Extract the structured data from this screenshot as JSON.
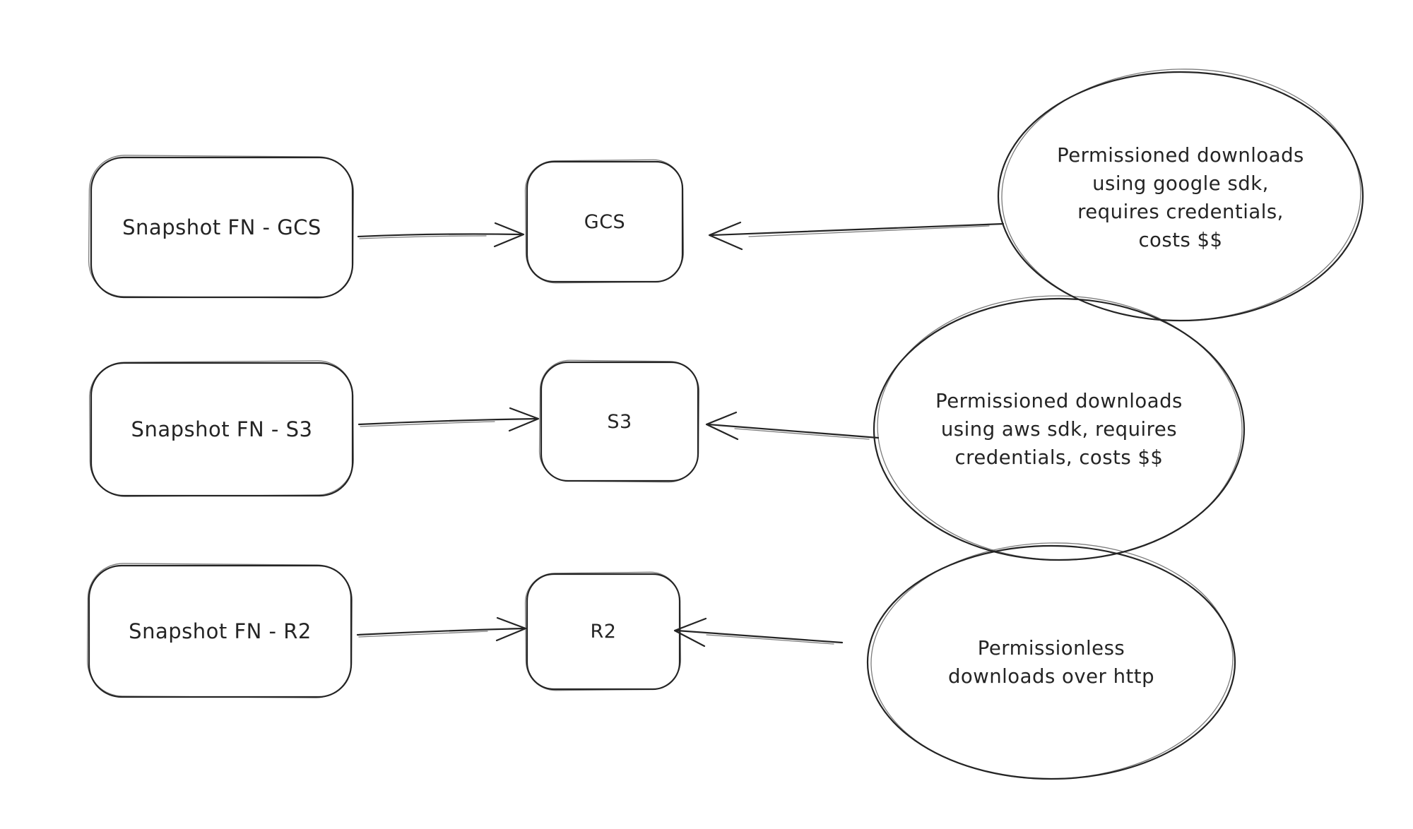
{
  "page": {
    "background": "#ffffff"
  },
  "diagram": {
    "stroke_color": "#242424",
    "rows": [
      {
        "source_label": "Snapshot FN - GCS",
        "target_label": "GCS",
        "note": "Permissioned downloads\nusing google sdk,\nrequires credentials,\ncosts $$"
      },
      {
        "source_label": "Snapshot FN - S3",
        "target_label": "S3",
        "note": "Permissioned downloads\nusing aws sdk, requires\ncredentials, costs $$"
      },
      {
        "source_label": "Snapshot FN - R2",
        "target_label": "R2",
        "note": "Permissionless\ndownloads over http"
      }
    ]
  }
}
